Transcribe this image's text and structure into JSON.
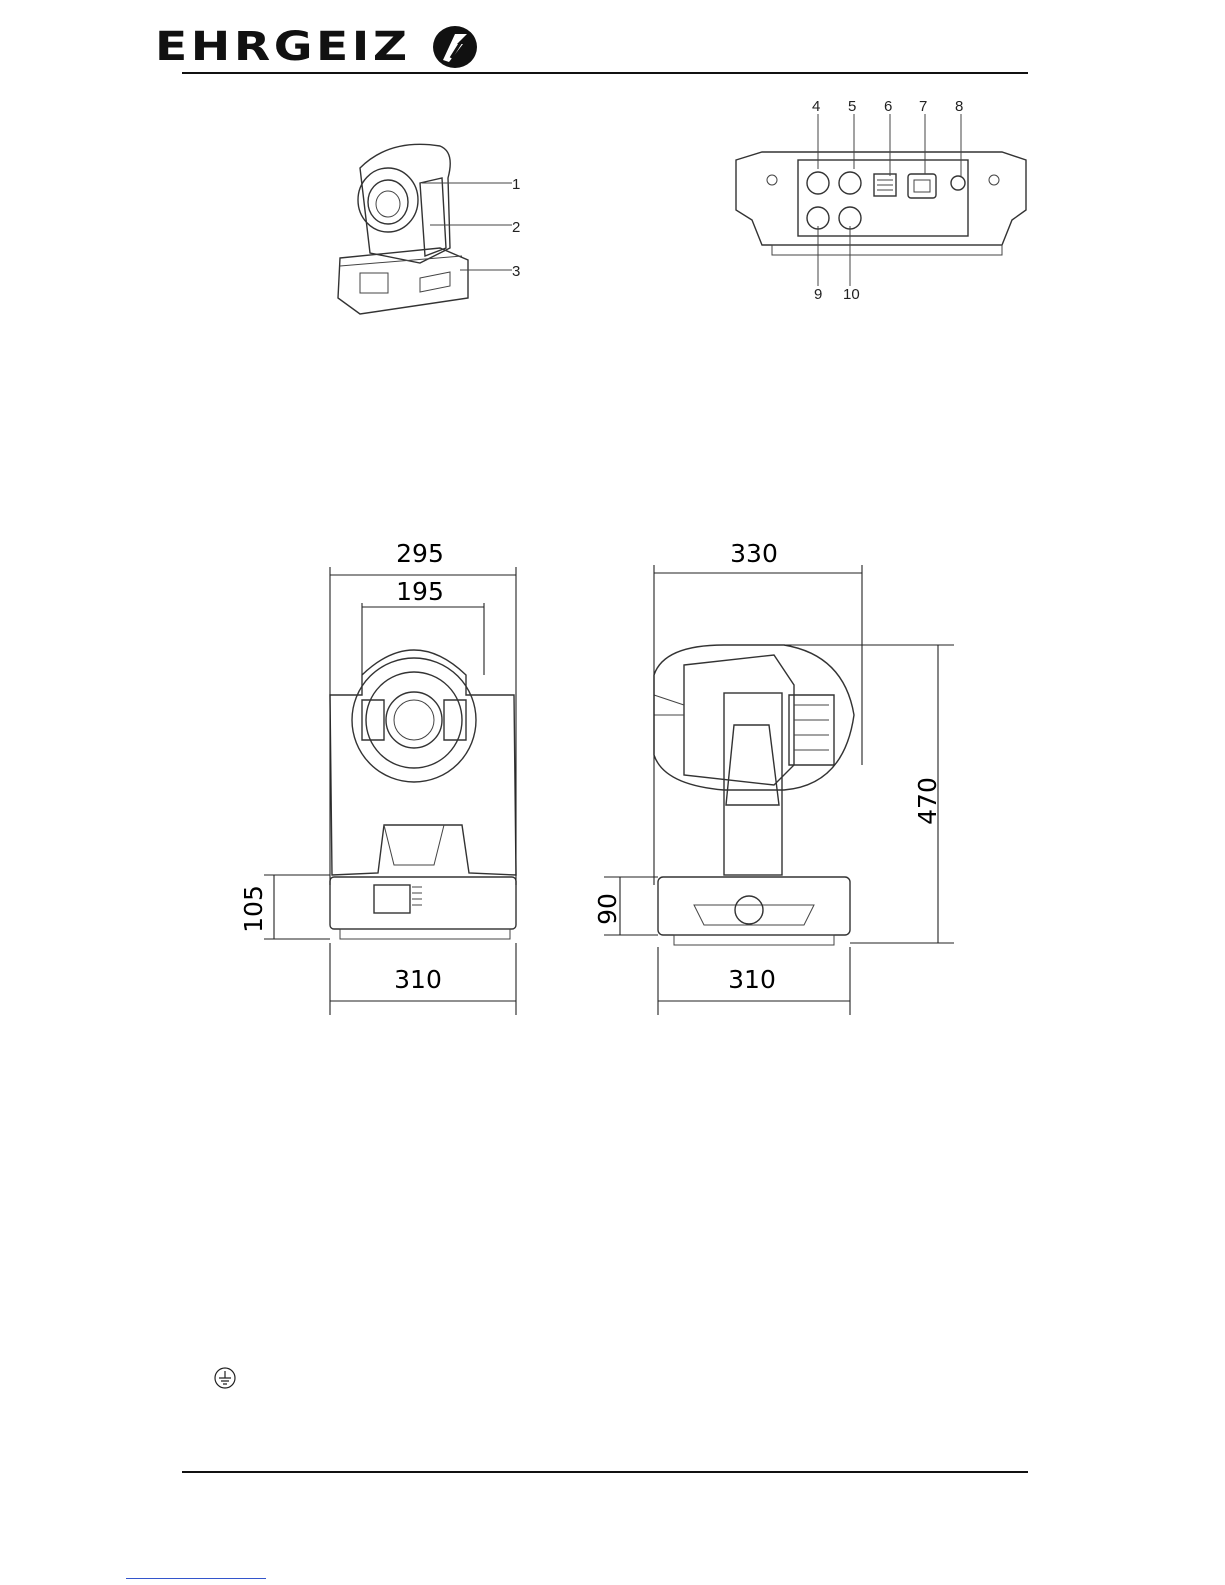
{
  "header": {
    "brand": "EHRGEIZ",
    "logo_emblem": "ehrgeiz-emblem-icon"
  },
  "fixture_callouts": {
    "front": [
      "1",
      "2",
      "3"
    ],
    "rear_top": [
      "4",
      "5",
      "6",
      "7",
      "8"
    ],
    "rear_bottom": [
      "9",
      "10"
    ]
  },
  "dimensions": {
    "front": {
      "top_width": "295",
      "head_width": "195",
      "base_height": "105",
      "base_width": "310"
    },
    "side": {
      "top_width": "330",
      "total_height": "470",
      "base_height": "90",
      "base_width": "310"
    }
  },
  "footer": {
    "ground_symbol": "earth-ground-icon"
  },
  "colors": {
    "ink": "#111111",
    "line": "#333333"
  }
}
